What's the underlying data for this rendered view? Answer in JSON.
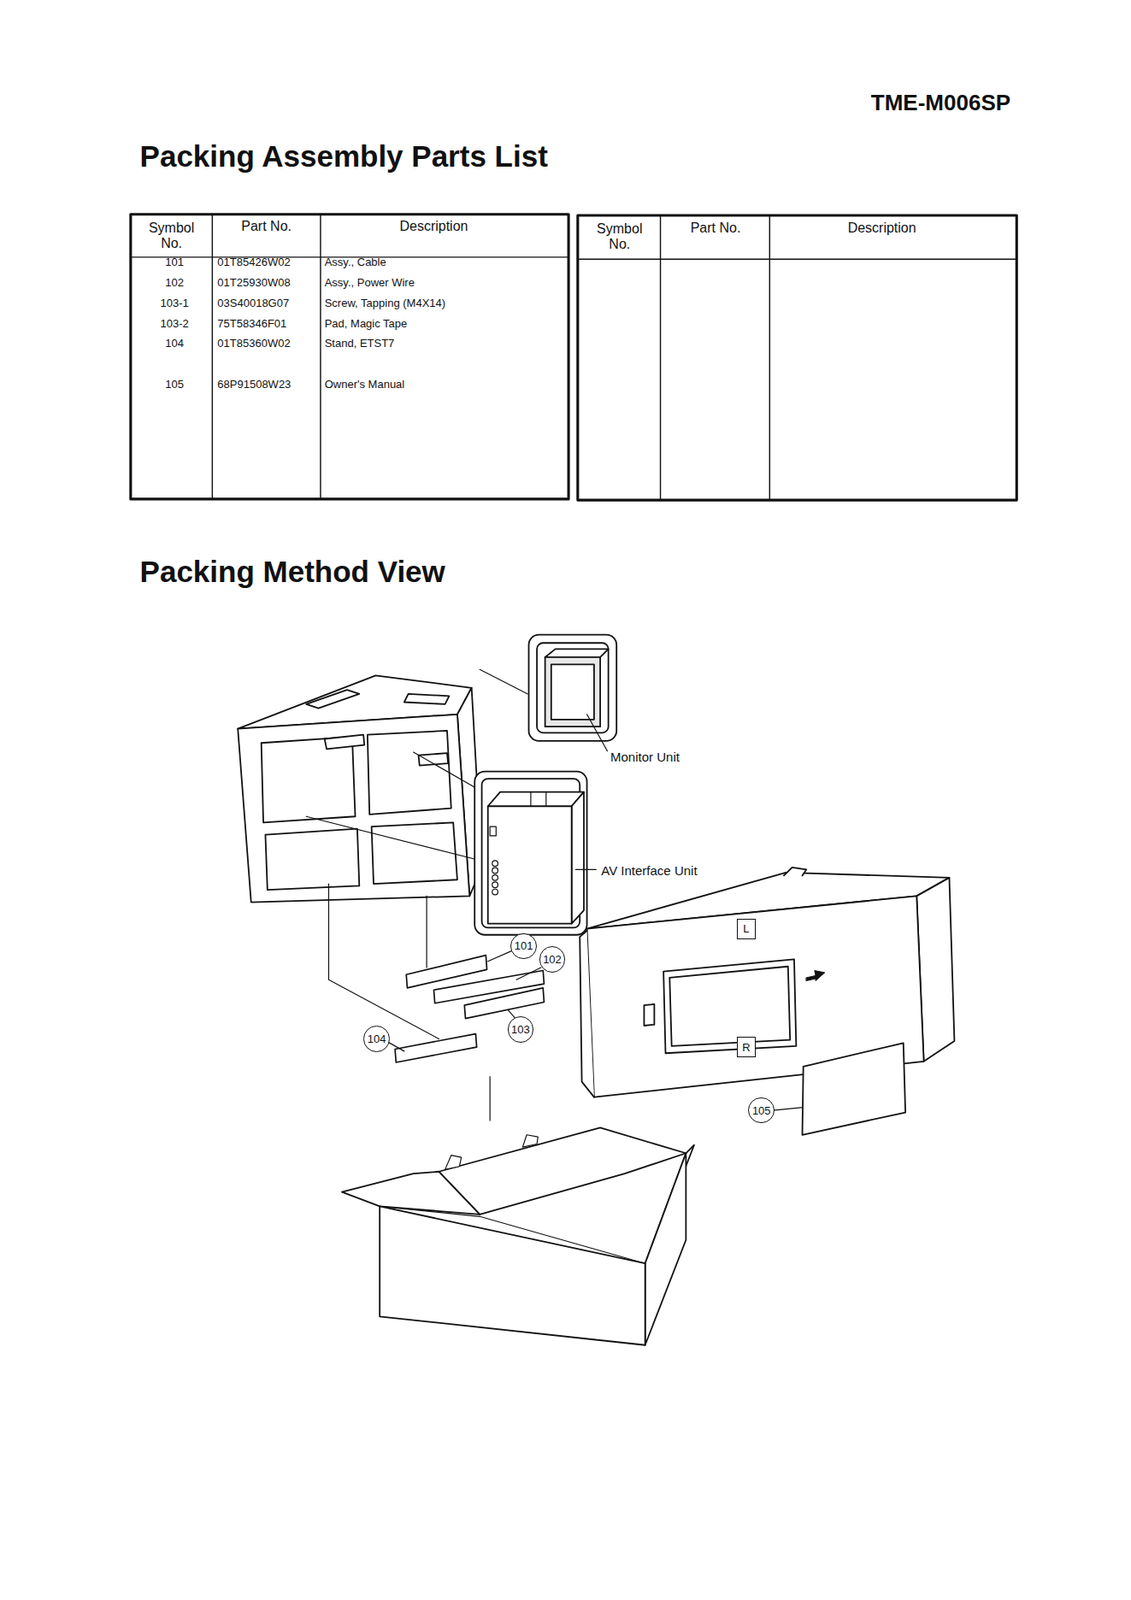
{
  "diagram": {
    "title": "Packing Assembly Parts List",
    "nodes": [
      {
        "text": [
          "101"
        ]
      },
      {
        "text": [
          "102"
        ]
      },
      {
        "text": [
          "103"
        ]
      },
      {
        "text": [
          "104"
        ]
      },
      {
        "text": [
          "L"
        ]
      },
      {
        "text": [
          "R"
        ]
      },
      {
        "text": [
          "105"
        ]
      }
    ],
    "labels": [
      "TME-M006SP",
      "Symbol No.",
      "Part No.",
      "Description",
      "101",
      "01T85426W02",
      "Assy., Cable",
      "102",
      "01T25930W08",
      "Assy., Power Wire",
      "103-1",
      "03S40018G07",
      "Screw, Tapping (M4X14)",
      "103-2",
      "75T58346F01",
      "Pad, Magic Tape",
      "104",
      "01T85360W02",
      "Stand, ETST7",
      "105",
      "68P91508W23",
      "Owner's Manual",
      "Symbol No.",
      "Part No.",
      "Description",
      "Packing Method View",
      "Monitor Unit",
      "AV Interface Unit"
    ]
  }
}
